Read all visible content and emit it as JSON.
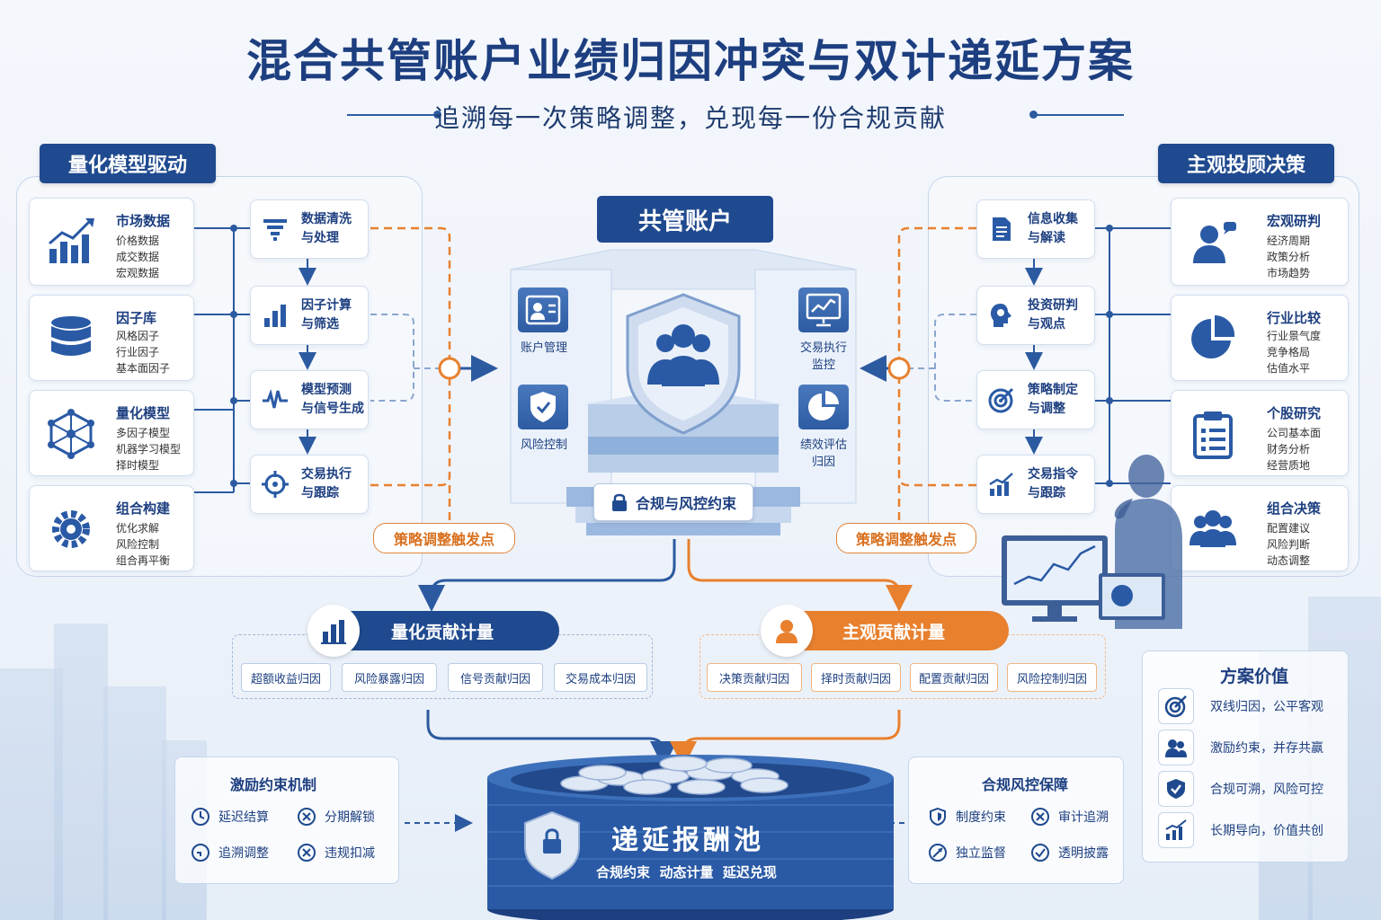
{
  "title": "混合共管账户业绩归因冲突与双计递延方案",
  "subtitle": "追溯每一次策略调整，兑现每一份合规贡献",
  "left": {
    "badge": "量化模型驱动",
    "cards": [
      {
        "title": "市场数据",
        "items": [
          "价格数据",
          "成交数据",
          "宏观数据"
        ]
      },
      {
        "title": "因子库",
        "items": [
          "风格因子",
          "行业因子",
          "基本面因子"
        ]
      },
      {
        "title": "量化模型",
        "items": [
          "多因子模型",
          "机器学习模型",
          "择时模型"
        ]
      },
      {
        "title": "组合构建",
        "items": [
          "优化求解",
          "风险控制",
          "组合再平衡"
        ]
      }
    ],
    "steps": [
      {
        "line1": "数据清洗",
        "line2": "与处理"
      },
      {
        "line1": "因子计算",
        "line2": "与筛选"
      },
      {
        "line1": "模型预测",
        "line2": "与信号生成"
      },
      {
        "line1": "交易执行",
        "line2": "与跟踪"
      }
    ],
    "trigger": "策略调整触发点"
  },
  "right": {
    "badge": "主观投顾决策",
    "cards": [
      {
        "title": "宏观研判",
        "items": [
          "经济周期",
          "政策分析",
          "市场趋势"
        ]
      },
      {
        "title": "行业比较",
        "items": [
          "行业景气度",
          "竞争格局",
          "估值水平"
        ]
      },
      {
        "title": "个股研究",
        "items": [
          "公司基本面",
          "财务分析",
          "经营质地"
        ]
      },
      {
        "title": "组合决策",
        "items": [
          "配置建议",
          "风险判断",
          "动态调整"
        ]
      }
    ],
    "steps": [
      {
        "line1": "信息收集",
        "line2": "与解读"
      },
      {
        "line1": "投资研判",
        "line2": "与观点"
      },
      {
        "line1": "策略制定",
        "line2": "与调整"
      },
      {
        "line1": "交易指令",
        "line2": "与跟踪"
      }
    ],
    "trigger": "策略调整触发点"
  },
  "center": {
    "title": "共管账户",
    "account_mgmt": "账户管理",
    "risk_control": "风险控制",
    "trade_line1": "交易执行",
    "trade_line2": "监控",
    "perf_line1": "绩效评估",
    "perf_line2": "归因",
    "compliance": "合规与风控约束"
  },
  "quant_contrib": {
    "title": "量化贡献计量",
    "chips": [
      "超额收益归因",
      "风险暴露归因",
      "信号贡献归因",
      "交易成本归因"
    ]
  },
  "subj_contrib": {
    "title": "主观贡献计量",
    "chips": [
      "决策贡献归因",
      "择时贡献归因",
      "配置贡献归因",
      "风险控制归因"
    ]
  },
  "incentive": {
    "title": "激励约束机制",
    "items": [
      "延迟结算",
      "分期解锁",
      "追溯调整",
      "违规扣减"
    ]
  },
  "pool": {
    "title": "递延报酬池",
    "subtitle": "合规约束  动态计量  延迟兑现"
  },
  "risk_guard": {
    "title": "合规风控保障",
    "items": [
      "制度约束",
      "审计追溯",
      "独立监督",
      "透明披露"
    ]
  },
  "value": {
    "title": "方案价值",
    "items": [
      "双线归因，公平客观",
      "激励约束，并存共赢",
      "合规可溯，风险可控",
      "长期导向，价值共创"
    ]
  },
  "colors": {
    "navy": "#1f4a8f",
    "orange": "#e8802e",
    "line_blue": "#2c5aa0"
  }
}
